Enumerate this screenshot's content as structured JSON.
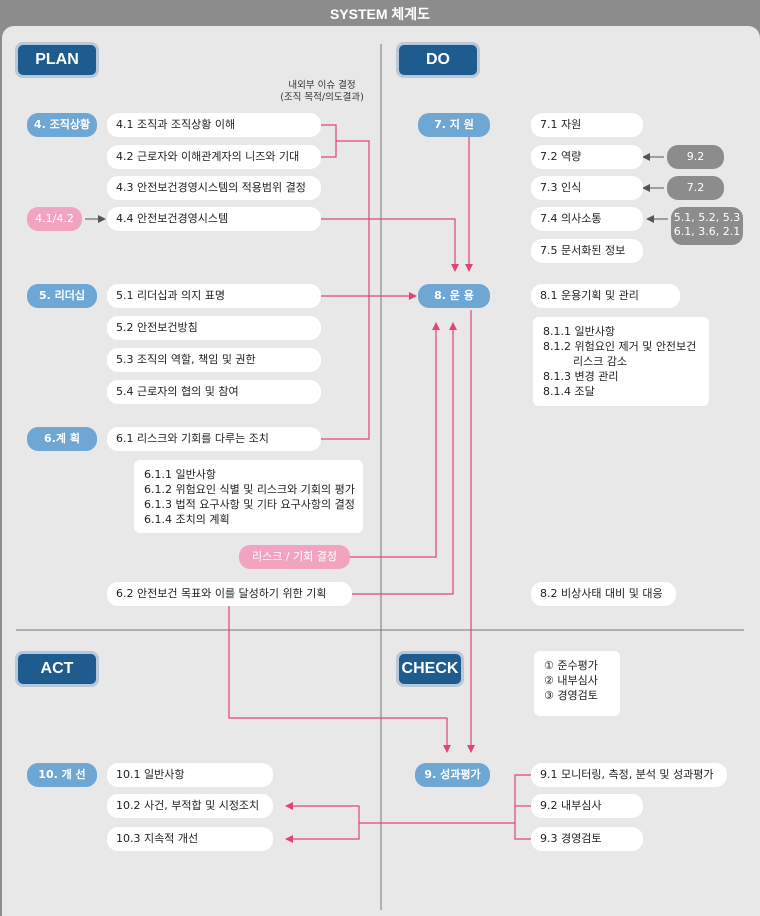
{
  "title": "SYSTEM 체계도",
  "sections": {
    "plan": "PLAN",
    "do": "DO",
    "act": "ACT",
    "check": "CHECK"
  },
  "note": {
    "line1": "내외부 이슈 결정",
    "line2": "(조직 목적/의도결과)"
  },
  "plan": {
    "context": {
      "tag": "4. 조직상황",
      "items": [
        "4.1 조직과 조직상황 이해",
        "4.2 근로자와 이해관계자의 니즈와 기대",
        "4.3 안전보건경영시스템의 적용범위 결정",
        "4.4 안전보건경영시스템"
      ],
      "ref": "4.1/4.2"
    },
    "leadership": {
      "tag": "5. 리더십",
      "items": [
        "5.1 리더십과 의지 표명",
        "5.2 안전보건방침",
        "5.3 조직의 역할, 책임 및 권한",
        "5.4 근로자의 협의 및 참여"
      ]
    },
    "planning": {
      "tag": "6.계 획",
      "item": "6.1 리스크와 기회를 다루는 조치",
      "sub": [
        "6.1.1 일반사항",
        "6.1.2 위험요인 식별 및 리스크와 기회의 평가",
        "6.1.3 법적 요구사항 및 기타 요구사항의 결정",
        "6.1.4 조치의 계획"
      ],
      "risk": "리스크 / 기회 결정",
      "objectives": "6.2 안전보건 목표와 이를 달성하기 위한 기획"
    }
  },
  "do": {
    "support": {
      "tag": "7. 지 원",
      "items": [
        "7.1 자원",
        "7.2 역량",
        "7.3 인식",
        "7.4 의사소통",
        "7.5 문서화된 정보"
      ],
      "refs": [
        "9.2",
        "7.2",
        "5.1, 5.2, 5.3",
        "6.1, 3.6, 2.1"
      ]
    },
    "operation": {
      "tag": "8. 운 용",
      "item": "8.1 운용기획 및 관리",
      "sub": [
        "8.1.1 일반사항",
        "8.1.2 위험요인 제거 및 안전보건",
        "리스크 감소",
        "8.1.3 변경 관리",
        "8.1.4 조달"
      ],
      "emergency": "8.2 비상사태 대비 및 대응"
    }
  },
  "check": {
    "list": [
      "① 준수평가",
      "② 내부심사",
      "③ 경영검토"
    ],
    "tag": "9. 성과평가",
    "items": [
      "9.1 모니터링, 측정, 분석 및 성과평가",
      "9.2 내부심사",
      "9.3 경영검토"
    ]
  },
  "act": {
    "tag": "10. 개 선",
    "items": [
      "10.1 일반사항",
      "10.2 사건, 부적합 및 시정조치",
      "10.3 지속적 개선"
    ]
  },
  "colors": {
    "section": "#1e5b8e",
    "tag": "#6ea6d4",
    "pink": "#f2a3c0",
    "gray": "#8c8c8c",
    "arrow": "#e0447a"
  }
}
